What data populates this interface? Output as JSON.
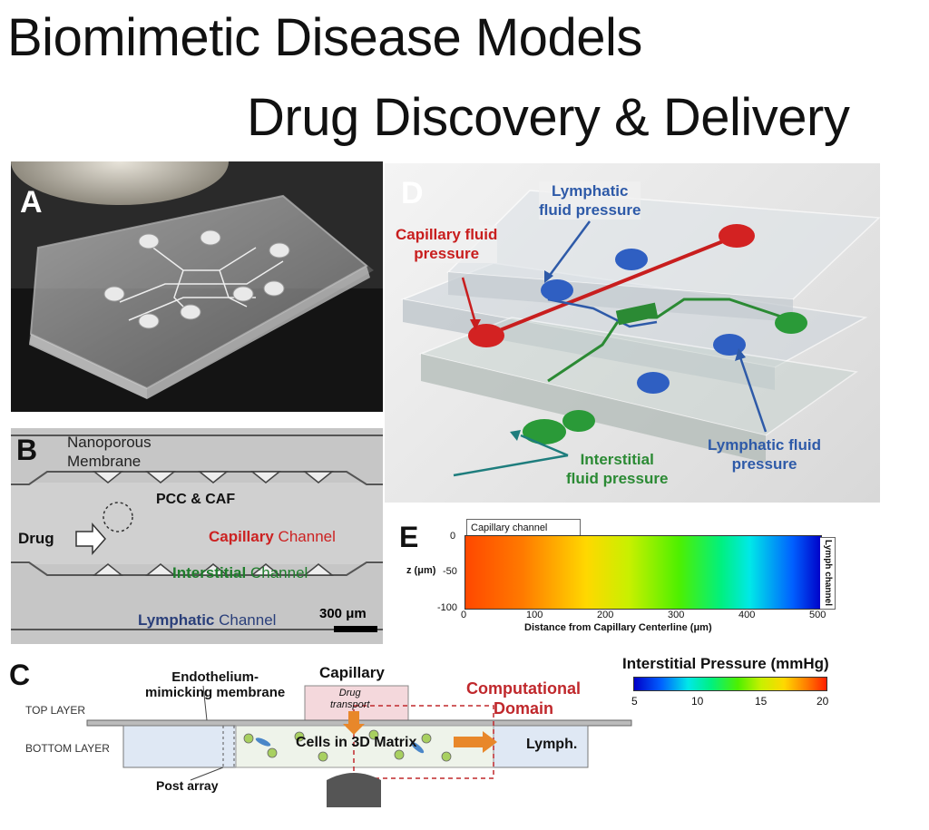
{
  "titles": {
    "line1": "Biomimetic Disease Models",
    "line2": "Drug Discovery & Delivery"
  },
  "panel_a": {
    "letter": "A"
  },
  "panel_b": {
    "letter": "B",
    "nanoporous": "Nanoporous",
    "membrane": "Membrane",
    "pcc_caf": "PCC & CAF",
    "drug": "Drug",
    "capillary_word": "Capillary",
    "interstitial_word": "Interstitial",
    "lymphatic_word": "Lymphatic",
    "channel_word": "Channel",
    "scale": "300 μm",
    "colors": {
      "capillary": "#cc2222",
      "interstitial": "#1e7d2b",
      "lymphatic": "#2a3f7a"
    }
  },
  "panel_c": {
    "letter": "C",
    "endothelium_line1": "Endothelium-",
    "endothelium_line2": "mimicking membrane",
    "capillary": "Capillary",
    "drug_line1": "Drug",
    "drug_line2": "transport",
    "computational_line1": "Computational",
    "computational_line2": "Domain",
    "top_layer": "TOP LAYER",
    "bottom_layer": "BOTTOM LAYER",
    "cells": "Cells in 3D Matrix",
    "lymph": "Lymph.",
    "post_array": "Post array"
  },
  "panel_d": {
    "letter": "D",
    "lymph_top_1": "Lymphatic",
    "lymph_top_2": "fluid pressure",
    "cap_1": "Capillary fluid",
    "cap_2": "pressure",
    "inter_1": "Interstitial",
    "inter_2": "fluid pressure",
    "lymph_bot_1": "Lymphatic fluid",
    "lymph_bot_2": "pressure"
  },
  "panel_e": {
    "letter": "E",
    "cap_channel": "Capillary channel",
    "lymph_channel_1": "Lymph",
    "lymph_channel_2": "channel",
    "ylabel": "z (μm)",
    "xlabel": "Distance from Capillary Centerline (μm)",
    "yticks": [
      "0",
      "-50",
      "-100"
    ],
    "xticks": [
      "0",
      "100",
      "200",
      "300",
      "400",
      "500"
    ]
  },
  "colorbar": {
    "title": "Interstitial Pressure (mmHg)",
    "ticks": [
      "5",
      "10",
      "15",
      "20"
    ]
  }
}
